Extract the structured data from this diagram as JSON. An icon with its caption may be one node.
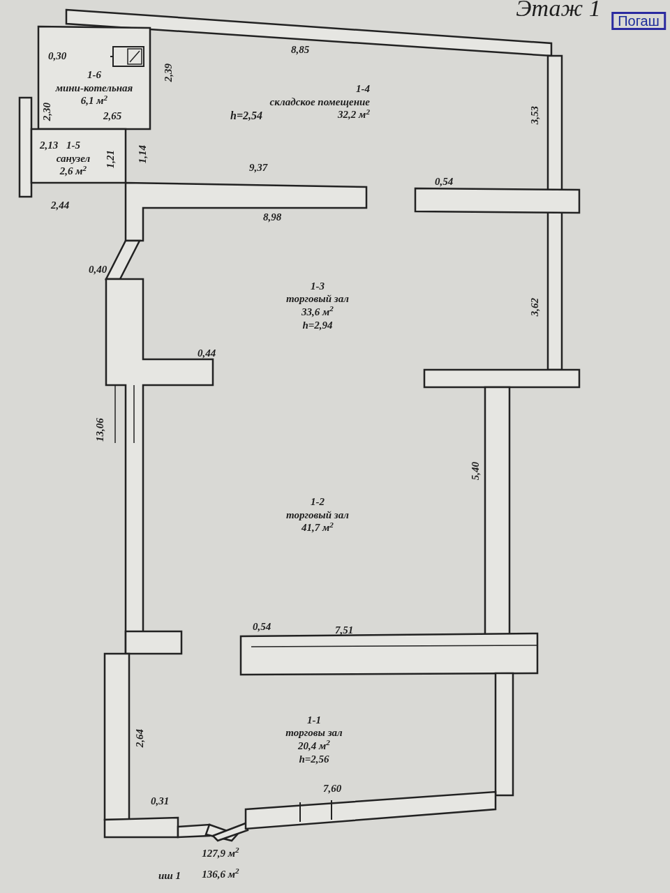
{
  "diagram": {
    "nodes": [
      {
        "text": [
          "1-6",
          "мини-котельная",
          "6,1 м$^{2}$"
        ]
      },
      {
        "text": [
          "1-4",
          "складское помещение",
          "32,2 м$^{2}$",
          "h=2,54"
        ]
      },
      {
        "text": [
          "1-5",
          "санузел",
          "2,6 м$^{2}$"
        ]
      },
      {
        "text": [
          "1-3",
          "торговый зал",
          "33,6 м$^{2}$",
          "h=2,94"
        ]
      },
      {
        "text": [
          "1-2",
          "торговый зал",
          "41,7 м$^{2}$"
        ]
      },
      {
        "text": [
          "1-1",
          "торговы зал",
          "20,4 м$^{2}$",
          "h=2,56"
        ]
      }
    ],
    "labels": [
      "Этаж 1",
      "Погаш",
      "0,30",
      "8,85",
      "2,39",
      "2,30",
      "2,65",
      "3,53",
      "2,13",
      "1,21",
      "1,14",
      "9,37",
      "0,54",
      "2,44",
      "8,98",
      "0,40",
      "3,62",
      "0,44",
      "13,06",
      "5,40",
      "0,54",
      "7,51",
      "2,64",
      "0,31",
      "7,60",
      "127,9 м$^{2}$",
      "иш 1",
      "136,6 м$^{2}$"
    ]
  }
}
